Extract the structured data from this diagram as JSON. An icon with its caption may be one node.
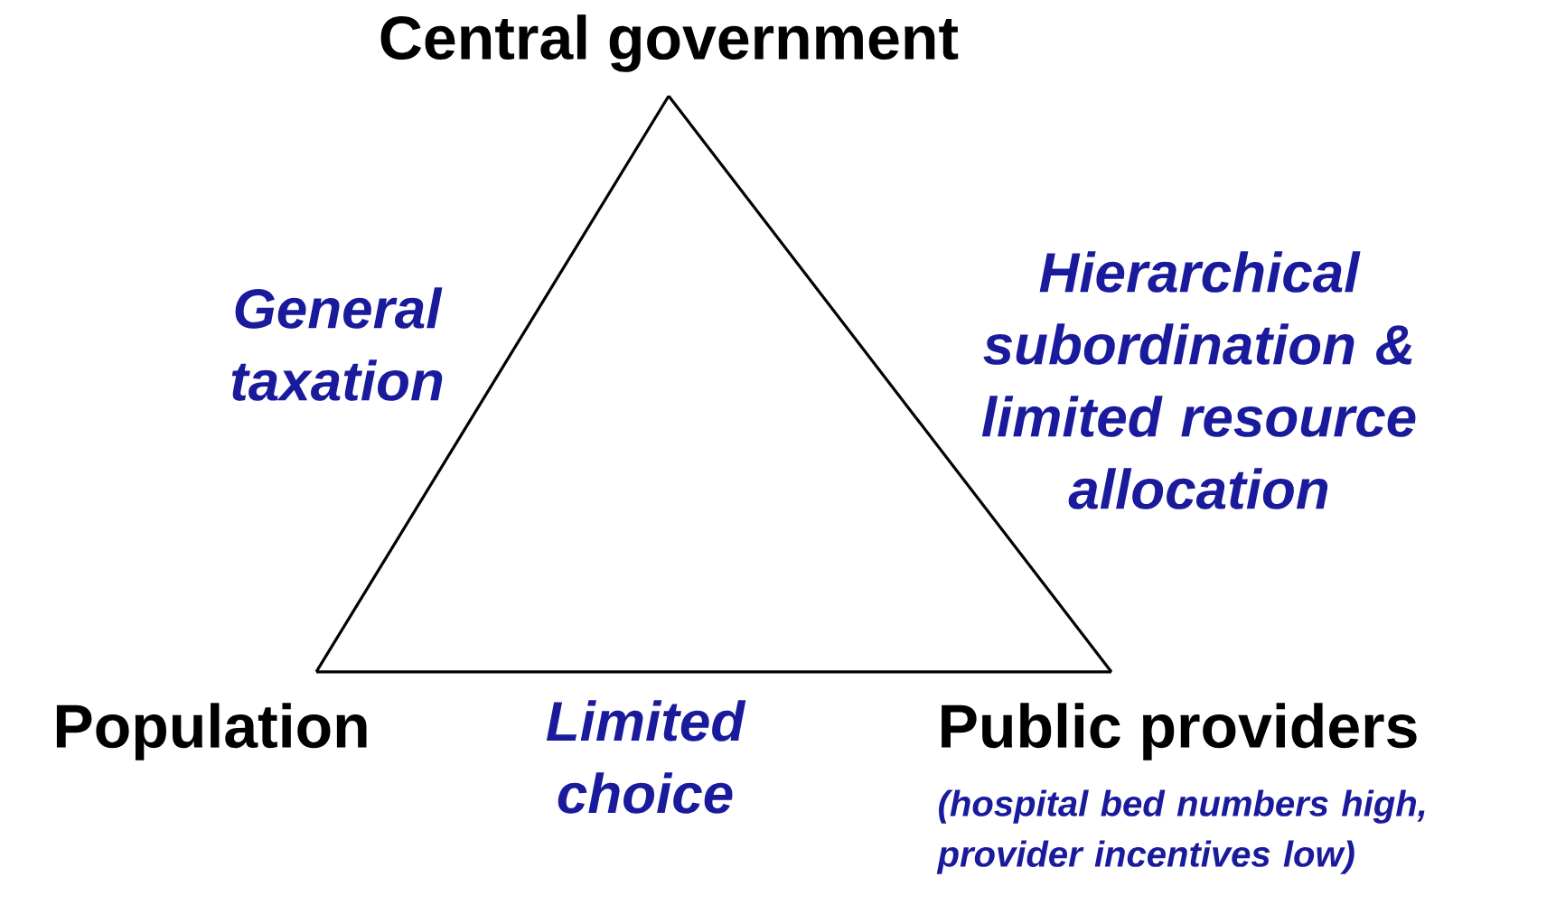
{
  "diagram": {
    "nodes": [
      {
        "text": [
          "Central government"
        ]
      },
      {
        "text": [
          "Population"
        ]
      },
      {
        "text": [
          "Public providers"
        ],
        "beside": [
          "(hospital bed numbers high, provider incentives low)"
        ]
      }
    ],
    "edges": [
      {
        "from": 0,
        "to": 1,
        "arrow": "none",
        "label": "General taxation"
      },
      {
        "from": 0,
        "to": 2,
        "arrow": "none",
        "label": "Hierarchical subordination & limited resource allocation"
      },
      {
        "from": 1,
        "to": 2,
        "arrow": "none",
        "label": "Limited choice"
      }
    ]
  }
}
